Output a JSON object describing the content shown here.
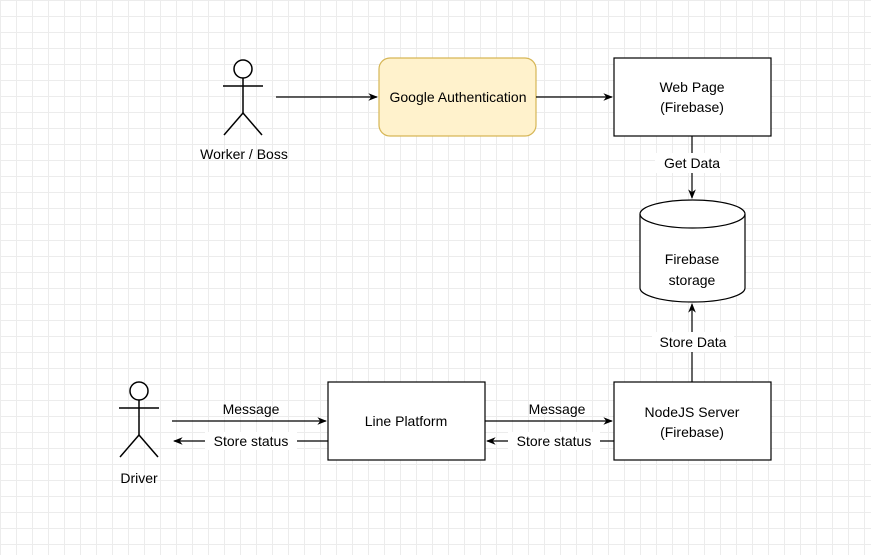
{
  "diagram": {
    "actors": {
      "worker": {
        "label": "Worker / Boss"
      },
      "driver": {
        "label": "Driver"
      }
    },
    "nodes": {
      "google_auth": {
        "label": "Google Authentication",
        "fill": "#fff2cc",
        "stroke": "#d6b656"
      },
      "web_page": {
        "line1": "Web Page",
        "line2": "(Firebase)"
      },
      "firebase_storage": {
        "line1": "Firebase",
        "line2": "storage"
      },
      "line_platform": {
        "label": "Line Platform"
      },
      "nodejs_server": {
        "line1": "NodeJS Server",
        "line2": "(Firebase)"
      }
    },
    "edges": {
      "get_data": "Get Data",
      "store_data": "Store Data",
      "driver_message": "Message",
      "driver_store_status": "Store status",
      "server_message": "Message",
      "server_store_status": "Store status"
    }
  }
}
